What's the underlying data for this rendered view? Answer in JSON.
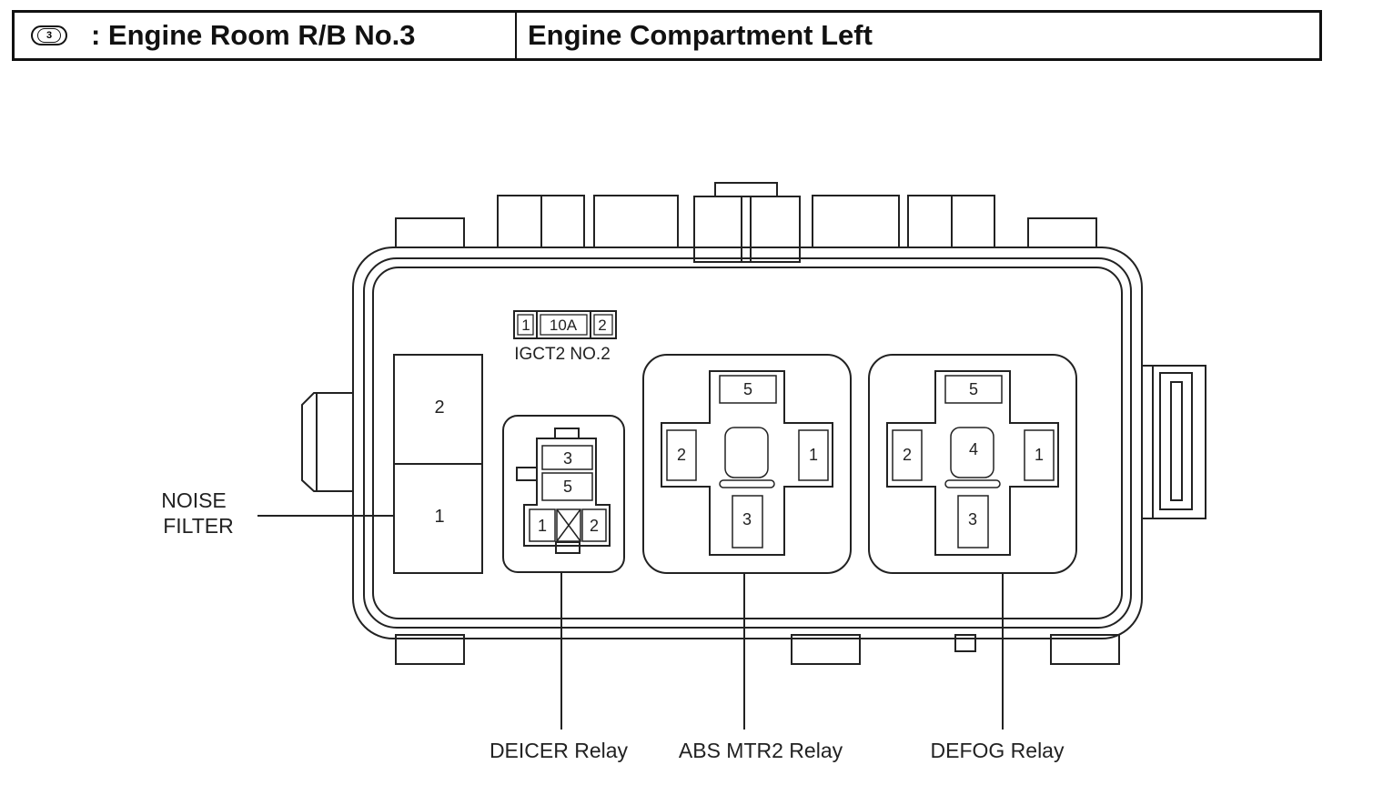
{
  "header": {
    "badge_number": "3",
    "title": ": Engine Room R/B No.3",
    "location": "Engine Compartment Left"
  },
  "fuse": {
    "pin_left": "1",
    "rating": "10A",
    "pin_right": "2",
    "name": "IGCT2 NO.2"
  },
  "noise_filter": {
    "label_line1": "NOISE",
    "label_line2": "FILTER",
    "pin_top": "2",
    "pin_bottom": "1"
  },
  "deicer_relay": {
    "label": "DEICER Relay",
    "pin_3": "3",
    "pin_5": "5",
    "pin_1": "1",
    "pin_2": "2"
  },
  "abs_relay": {
    "label": "ABS MTR2 Relay",
    "pin_5": "5",
    "pin_2": "2",
    "pin_1": "1",
    "pin_3": "3"
  },
  "defog_relay": {
    "label": "DEFOG Relay",
    "pin_5": "5",
    "pin_4": "4",
    "pin_2": "2",
    "pin_1": "1",
    "pin_3": "3"
  }
}
